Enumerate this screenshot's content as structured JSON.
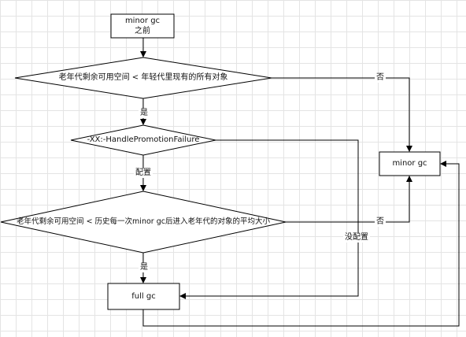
{
  "nodes": {
    "start": {
      "line1": "minor gc",
      "line2": "之前"
    },
    "decision1": {
      "text": "老年代剩余可用空间 < 年轻代里现有的所有对象"
    },
    "decision2": {
      "text": "-XX:-HandlePromotionFailure"
    },
    "decision3": {
      "text": "老年代剩余可用空间 < 历史每一次minor gc后进入老年代的对象的平均大小"
    },
    "minor_gc": {
      "text": "minor gc"
    },
    "full_gc": {
      "text": "full gc"
    }
  },
  "edges": {
    "d1_yes": "是",
    "d1_no": "否",
    "d2_configured": "配置",
    "d2_not_configured": "没配置",
    "d3_yes": "是",
    "d3_no": "否"
  }
}
